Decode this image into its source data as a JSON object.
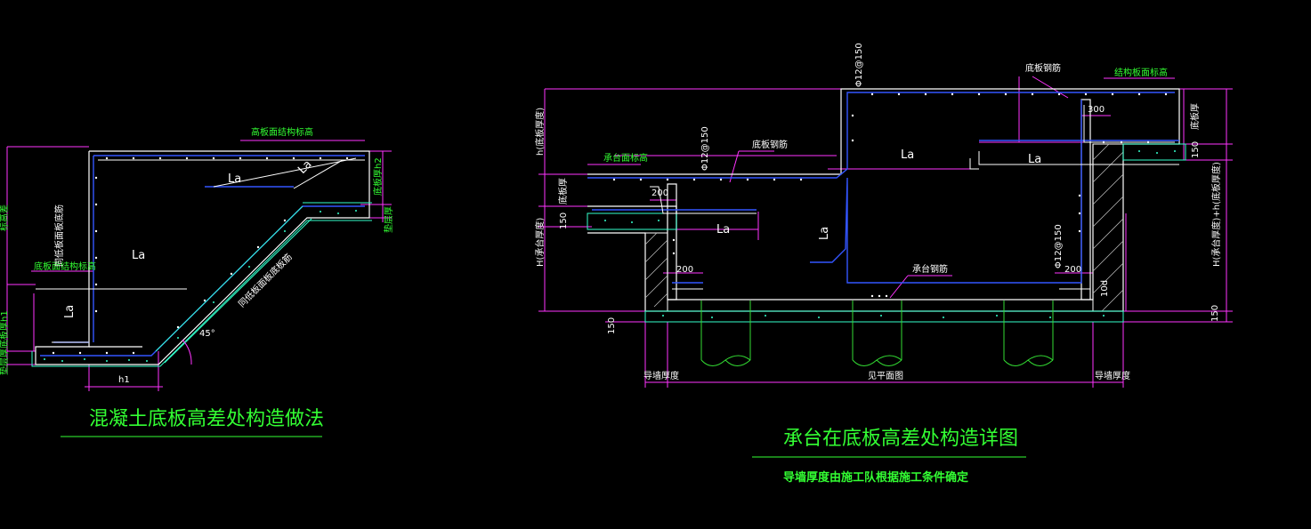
{
  "left_detail": {
    "title": "混凝土底板高差处构造做法",
    "labels": {
      "high_slab_elevation": "高板面结构标高",
      "low_slab_elevation": "底板面结构标高",
      "la_top": "La",
      "la_diag": "La",
      "la_mid": "La",
      "la_vert": "La",
      "thickness_h2": "底板厚h2",
      "cushion_right": "垫层厚",
      "slope_bottom_rebar": "同低板面板底板筋",
      "wall_bottom_rebar": "同低板面板底筋",
      "cushion_left": "垫层厚",
      "thickness_left": "底板厚h1",
      "height_diff": "标高差",
      "h1": "h1",
      "angle": "45°"
    }
  },
  "right_detail": {
    "title": "承台在底板高差处构造详图",
    "note": "导墙厚度由施工队根据施工条件确定",
    "labels": {
      "rebar_top": "Φ12@150",
      "rebar_left": "Φ12@150",
      "rebar_right": "Φ12@150",
      "slab_rebar_top": "底板钢筋",
      "struct_elevation": "结构板面标高",
      "cap_elevation": "承台面标高",
      "slab_rebar_mid": "底板钢筋",
      "cap_rebar": "承台钢筋",
      "la_1": "La",
      "la_2": "La",
      "la_3": "La",
      "la_4": "La",
      "dim_300": "300",
      "dim_200a": "200",
      "dim_200b": "200",
      "dim_200c": "200",
      "dim_150a": "150",
      "dim_150b": "150",
      "dim_150c": "150",
      "dim_150d": "150",
      "dim_10d": "10d",
      "guide_wall_left": "导墙厚度",
      "guide_wall_right": "导墙厚度",
      "see_plan": "见平面图",
      "slab_thick_left": "底板厚",
      "slab_thick_right": "底板厚",
      "h1_label": "h(底板厚度)",
      "H_label": "H(承台厚度)",
      "H_sum_label": "H(承台厚度)+h(底板厚度)"
    }
  },
  "colors": {
    "background": "#000000",
    "dimension": "#ff33ff",
    "outline": "#ffffff",
    "text": "#33ff33",
    "rebar": "#3355ff",
    "concrete": "#33ffcc",
    "pile": "#33dd33",
    "hatch": "#cccccc"
  }
}
